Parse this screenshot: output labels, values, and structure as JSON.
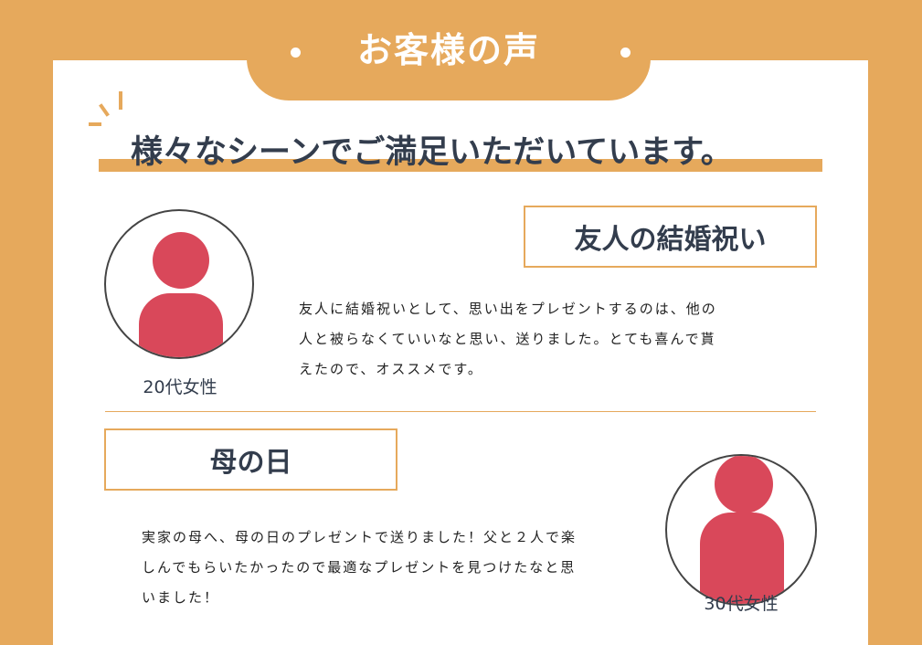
{
  "header": {
    "title": "お客様の声"
  },
  "heading": "様々なシーンでご満足いただいています。",
  "testimonials": [
    {
      "title": "友人の結婚祝い",
      "lines": [
        "友人に結婚祝いとして、思い出をプレゼントするのは、他の",
        "人と被らなくていいなと思い、送りました。とても喜んで貰",
        "えたので、オススメです。"
      ],
      "person": "20代女性"
    },
    {
      "title": "母の日",
      "lines": [
        "実家の母へ、母の日のプレゼントで送りました！父と２人で楽",
        "しんでもらいたかったので最適なプレゼントを見つけたなと思",
        "いました！"
      ],
      "person": "30代女性"
    }
  ],
  "colors": {
    "accent": "#E6A95C",
    "avatar": "#D9485A",
    "text": "#333D4D"
  }
}
